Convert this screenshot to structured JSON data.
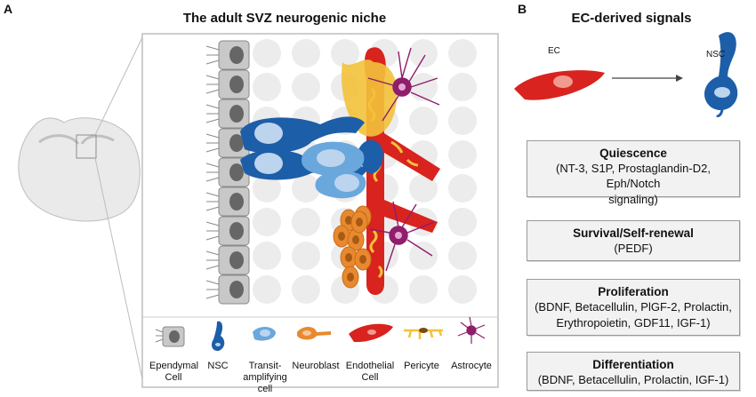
{
  "panel_a": {
    "letter": "A",
    "title": "The adult SVZ neurogenic niche",
    "legend": [
      {
        "label": "Ependymal Cell",
        "icon": "ependymal-cell-icon"
      },
      {
        "label": "NSC",
        "icon": "nsc-icon"
      },
      {
        "label": "Transit-amplifying cell",
        "icon": "transit-amplifying-cell-icon"
      },
      {
        "label": "Neuroblast",
        "icon": "neuroblast-icon"
      },
      {
        "label": "Endothelial Cell",
        "icon": "endothelial-cell-icon"
      },
      {
        "label": "Pericyte",
        "icon": "pericyte-icon"
      },
      {
        "label": "Astrocyte",
        "icon": "astrocyte-icon"
      }
    ]
  },
  "panel_b": {
    "letter": "B",
    "title": "EC-derived signals",
    "ec_label": "EC",
    "nsc_label": "NSC",
    "boxes": [
      {
        "title": "Quiescence",
        "lines": [
          "(NT-3, S1P, Prostaglandin-D2, Eph/Notch",
          "signaling)"
        ]
      },
      {
        "title": "Survival/Self-renewal",
        "lines": [
          "(PEDF)"
        ]
      },
      {
        "title": "Proliferation",
        "lines": [
          "(BDNF, Betacellulin, PlGF-2, Prolactin,",
          "Erythropoietin, GDF11, IGF-1)"
        ]
      },
      {
        "title": "Differentiation",
        "lines": [
          "(BDNF, Betacellulin, Prolactin, IGF-1)"
        ]
      }
    ]
  },
  "colors": {
    "ependymal": "#c8c8c8",
    "nsc": "#1d5ea8",
    "transit": "#6aa7dc",
    "neuroblast": "#e9892f",
    "endothelial": "#d9231f",
    "pericyte": "#f2c23a",
    "astrocyte": "#8f1e6b"
  }
}
